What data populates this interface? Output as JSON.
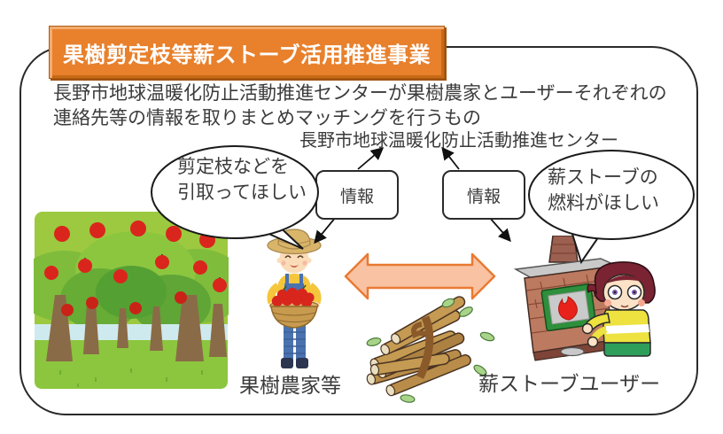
{
  "banner": {
    "title": "果樹剪定枝等薪ストーブ活用推進事業"
  },
  "description": {
    "line1": "長野市地球温暖化防止活動推進センターが果樹農家とユーザーそれぞれの",
    "line2": "連絡先等の情報を取りまとめマッチングを行うもの"
  },
  "center_org": {
    "label": "長野市地球温暖化防止活動推進センター"
  },
  "info_flow": {
    "left_box_label": "情報",
    "right_box_label": "情報"
  },
  "speech_bubbles": {
    "farmer": {
      "line1": "剪定枝などを",
      "line2": "引取ってほしい"
    },
    "stove_user": {
      "line1": "薪ストーブの",
      "line2": "燃料がほしい"
    }
  },
  "actor_labels": {
    "farmer": "果樹農家等",
    "stove_user": "薪ストーブユーザー"
  },
  "illustrations": {
    "orchard": "apple-orchard",
    "farmer": "fruit-farmer-with-apple-basket",
    "firewood": "bundle-of-pruned-branches",
    "stove": "brick-wood-stove-with-fire",
    "user": "stove-user-person"
  },
  "colors": {
    "banner_fill": "#E8802C",
    "banner_bevel_light": "#F3AC70",
    "banner_bevel_dark": "#C66A16",
    "banner_text": "#FFFFFF",
    "outline": "#2A2A2A",
    "body_text": "#3B3B3B",
    "exchange_arrow_fill": "#F9C2A2",
    "exchange_arrow_border": "#E97A32",
    "flame_red": "#E8211B",
    "apple_red": "#DA251D",
    "orchard_green": "#8BC63E"
  }
}
